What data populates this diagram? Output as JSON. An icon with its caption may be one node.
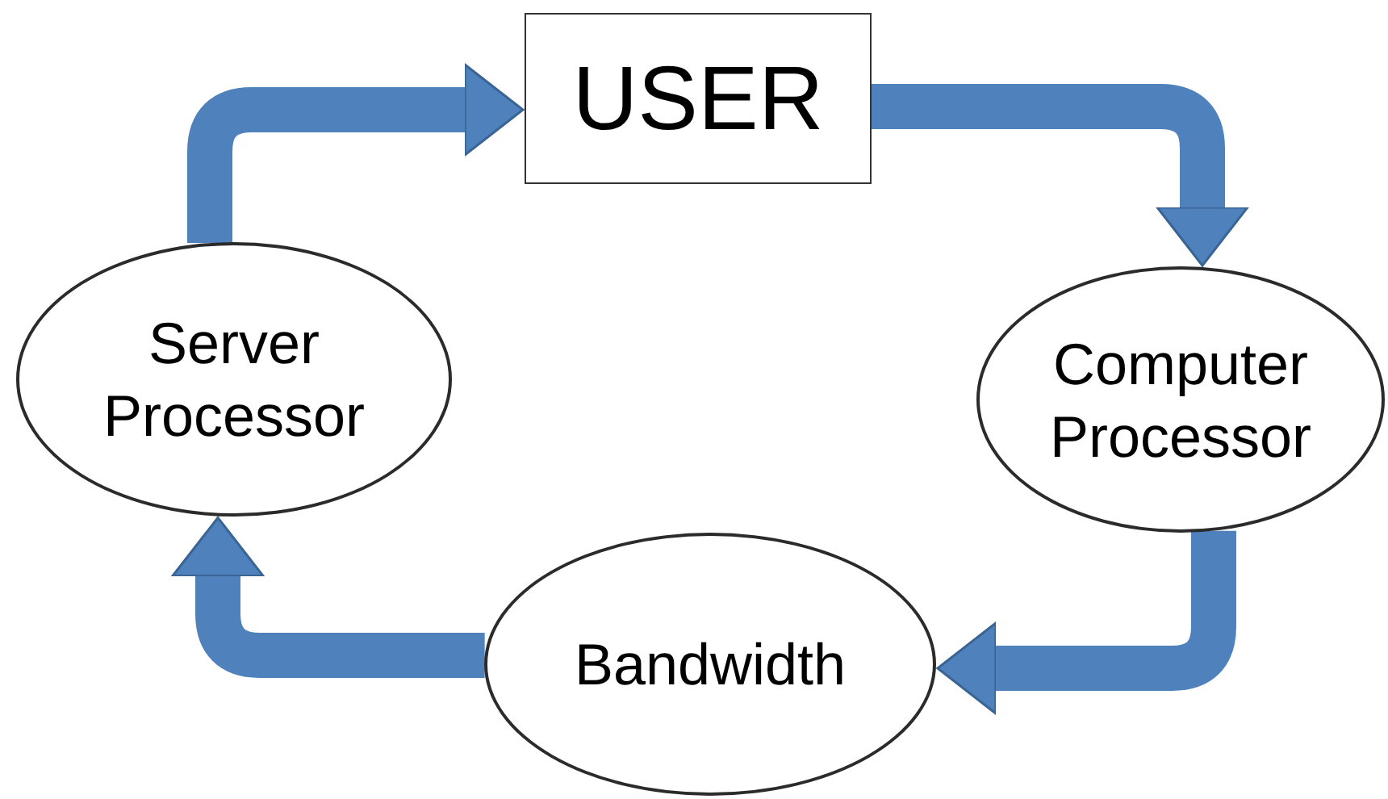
{
  "diagram": {
    "nodes": [
      {
        "text": [
          "USER"
        ]
      },
      {
        "text": [
          "Server Processor"
        ]
      },
      {
        "text": [
          "Computer Processor"
        ]
      },
      {
        "text": [
          "Bandwidth"
        ]
      }
    ],
    "edges": [
      {
        "from": 1,
        "to": 0,
        "arrow": "to"
      },
      {
        "from": 0,
        "to": 2,
        "arrow": "to"
      },
      {
        "from": 2,
        "to": 3,
        "arrow": "to"
      },
      {
        "from": 3,
        "to": 1,
        "arrow": "to"
      }
    ]
  }
}
